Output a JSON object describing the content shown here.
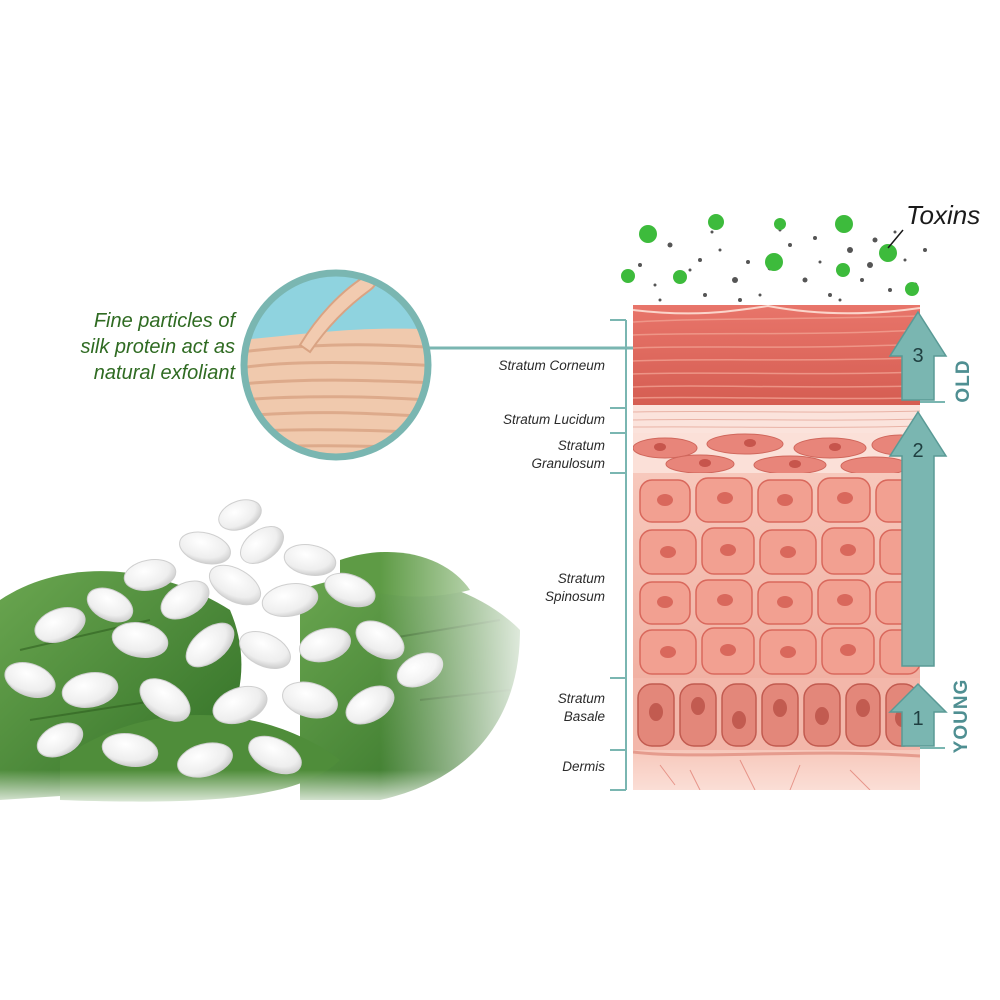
{
  "caption": {
    "lines": [
      "Fine particles of",
      "silk protein act as",
      "natural exfoliant"
    ],
    "color": "#2f6b22"
  },
  "toxins_label": "Toxins",
  "layers": [
    {
      "id": "stratum-corneum",
      "lines": [
        "Stratum Corneum"
      ]
    },
    {
      "id": "stratum-lucidum",
      "lines": [
        "Stratum Lucidum"
      ]
    },
    {
      "id": "stratum-granulosum",
      "lines": [
        "Stratum",
        "Granulosum"
      ]
    },
    {
      "id": "stratum-spinosum",
      "lines": [
        "Stratum",
        "Spinosum"
      ]
    },
    {
      "id": "stratum-basale",
      "lines": [
        "Stratum",
        "Basale"
      ]
    },
    {
      "id": "dermis",
      "lines": [
        "Dermis"
      ]
    }
  ],
  "arrows": [
    {
      "number": "1"
    },
    {
      "number": "2"
    },
    {
      "number": "3"
    }
  ],
  "age_labels": {
    "old": "OLD",
    "young": "YOUNG"
  },
  "colors": {
    "accent_teal": "#7ab6b1",
    "teal_text": "#4f8f92",
    "skin_cell": "#f2a091",
    "skin_dark": "#d9685c",
    "leaf_green": "#4f8d3a",
    "toxin_green": "#3dbb3c"
  }
}
